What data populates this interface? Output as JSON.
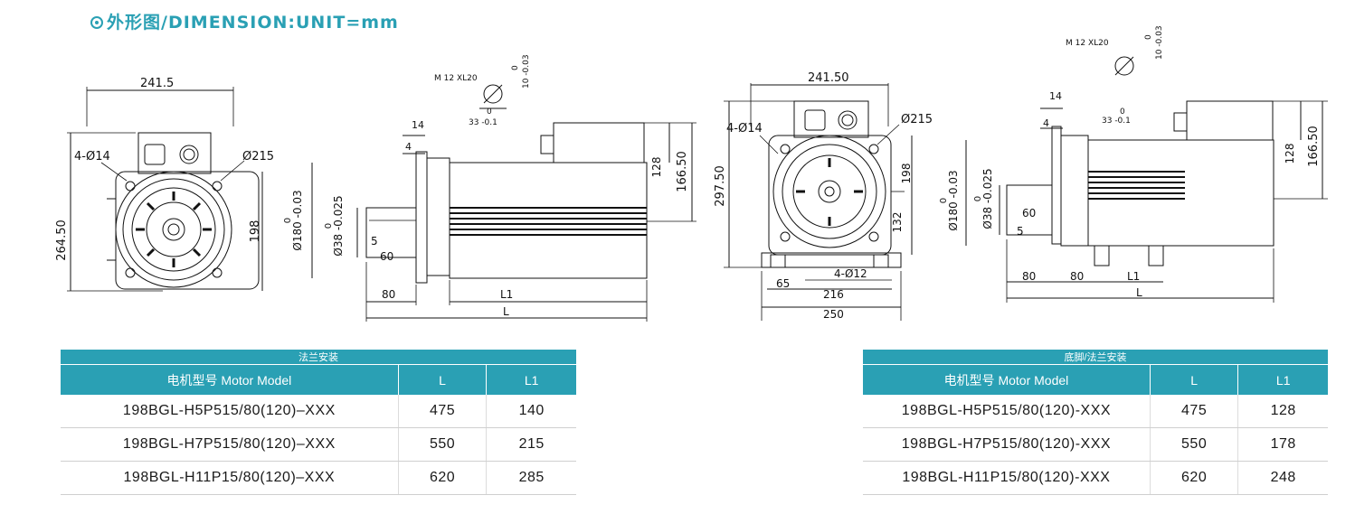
{
  "title": "⊙外形图/DIMENSION:UNIT=mm",
  "title_prefix": "外形图/DIMENSION:UNIT=mm",
  "views": {
    "flange_front": {
      "width": "241.5",
      "height": "264.50",
      "holes": "4-Ø14",
      "pcd": "Ø215",
      "d198": "198"
    },
    "flange_side": {
      "d14": "14",
      "d4": "4",
      "dia180": "Ø180 -0.03",
      "dia180_tol": "0",
      "dia38": "Ø38 -0.025",
      "dia38_tol": "0",
      "d5": "5",
      "d60": "60",
      "d80": "80",
      "L1": "L1",
      "L": "L",
      "d128": "128",
      "d16650": "166.50",
      "key_thread": "M 12 XL20",
      "key_tol_a": "0",
      "key_tol_b": "10 -0.03",
      "key_tol_c": "0",
      "key_w": "33 -0.1"
    },
    "foot_front": {
      "width": "241.50",
      "height": "297.50",
      "holes": "4-Ø14",
      "pcd": "Ø215",
      "d198": "198",
      "d132": "132",
      "foot_holes": "4-Ø12",
      "d65": "65",
      "d216": "216",
      "d250": "250"
    },
    "foot_side": {
      "key_thread": "M 12 XL20",
      "key_tol_a": "0",
      "key_tol_b": "10 -0.03",
      "key_tol_c": "0",
      "key_w": "33 -0.1",
      "d14": "14",
      "d4": "4",
      "dia180": "Ø180 -0.03",
      "dia180_tol": "0",
      "dia38": "Ø38 -0.025",
      "dia38_tol": "0",
      "d60": "60",
      "d5": "5",
      "d80a": "80",
      "d80b": "80",
      "L1": "L1",
      "L": "L",
      "d128": "128",
      "d16650": "166.50"
    }
  },
  "tables": [
    {
      "caption": "法兰安装",
      "headers": [
        "电机型号 Motor Model",
        "L",
        "L1"
      ],
      "rows": [
        [
          "198BGL-H5P515/80(120)–XXX",
          "475",
          "140"
        ],
        [
          "198BGL-H7P515/80(120)–XXX",
          "550",
          "215"
        ],
        [
          "198BGL-H11P15/80(120)–XXX",
          "620",
          "285"
        ]
      ]
    },
    {
      "caption": "底脚/法兰安装",
      "headers": [
        "电机型号 Motor Model",
        "L",
        "L1"
      ],
      "rows": [
        [
          "198BGL-H5P515/80(120)-XXX",
          "475",
          "128"
        ],
        [
          "198BGL-H7P515/80(120)-XXX",
          "550",
          "178"
        ],
        [
          "198BGL-H11P15/80(120)-XXX",
          "620",
          "248"
        ]
      ]
    }
  ],
  "colors": {
    "accent": "#2aa0b4",
    "line": "#111111"
  }
}
